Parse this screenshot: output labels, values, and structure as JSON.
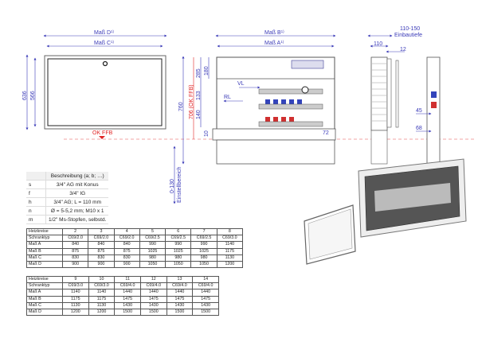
{
  "drawing": {
    "front_view": {
      "dim_top": "Maß D",
      "dim_inner": "Maß C",
      "sup": "1)",
      "height_outer": "636",
      "height_inner": "566",
      "ffb_label": "OK FFB"
    },
    "open_view": {
      "dim_top": "Maß B",
      "dim_inner": "Maß A",
      "sup": "1)",
      "height_total": "760",
      "height_ffb": "706 (OK FFB)",
      "d285": "285",
      "d180": "180",
      "d133": "133",
      "d140": "140",
      "d10": "10",
      "d72": "72",
      "vl": "VL",
      "rl": "RL",
      "range": "0-130",
      "range_label": "Einstellbereich"
    },
    "side_view": {
      "depth_range": "110-150",
      "depth_label": "Einbautiefe",
      "d110": "110",
      "d12": "12",
      "d45": "45",
      "d68": "68"
    }
  },
  "legend": {
    "header": "Beschreibung (a; b; …)",
    "rows": [
      {
        "key": "s",
        "desc": "3/4\" AG mit Konus"
      },
      {
        "key": "f",
        "desc": "3/4\" IG"
      },
      {
        "key": "h",
        "desc": "3/4\" AG; L = 110 mm"
      },
      {
        "key": "n",
        "desc": "Ø = 5-5,2 mm; M10 x 1"
      },
      {
        "key": "m",
        "desc": "1/2\" Ms-Stopfen, selbstd."
      }
    ]
  },
  "table1": [
    [
      "Heizkreise",
      "2",
      "3",
      "4",
      "5",
      "6",
      "7",
      "8"
    ],
    [
      "Schranktyp",
      "C69/2.0",
      "C69/2.0",
      "C69/2.0",
      "C69/2.5",
      "C69/2.5",
      "C69/2.5",
      "C69/3.0"
    ],
    [
      "Maß A",
      "840",
      "840",
      "840",
      "990",
      "990",
      "990",
      "1140"
    ],
    [
      "Maß B",
      "875",
      "875",
      "875",
      "1025",
      "1025",
      "1025",
      "1175"
    ],
    [
      "Maß C",
      "830",
      "830",
      "830",
      "980",
      "980",
      "980",
      "1130"
    ],
    [
      "Maß D",
      "900",
      "900",
      "900",
      "1050",
      "1050",
      "1050",
      "1200"
    ]
  ],
  "table2": [
    [
      "Heizkreise",
      "9",
      "10",
      "11",
      "12",
      "13",
      "14"
    ],
    [
      "Schranktyp",
      "C69/3.0",
      "C69/3.0",
      "C69/4.0",
      "C69/4.0",
      "C69/4.0",
      "C69/4.0"
    ],
    [
      "Maß A",
      "1140",
      "1140",
      "1440",
      "1440",
      "1440",
      "1440"
    ],
    [
      "Maß B",
      "1175",
      "1175",
      "1475",
      "1475",
      "1475",
      "1475"
    ],
    [
      "Maß C",
      "1130",
      "1130",
      "1430",
      "1430",
      "1430",
      "1430"
    ],
    [
      "Maß D",
      "1200",
      "1200",
      "1500",
      "1500",
      "1500",
      "1500"
    ]
  ],
  "colors": {
    "dimension": "#3a3ab8",
    "ffb": "#e02424"
  }
}
